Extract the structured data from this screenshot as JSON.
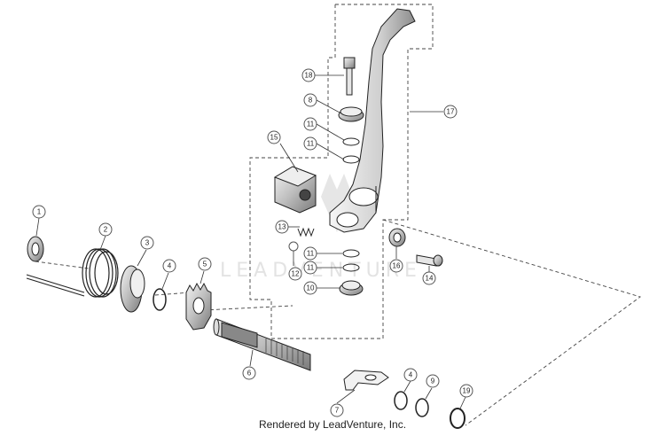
{
  "footer": {
    "text": "Rendered by LeadVenture, Inc."
  },
  "watermark": {
    "text": "LEADVENTURE"
  },
  "callouts": [
    {
      "id": "c1",
      "label": "1"
    },
    {
      "id": "c2",
      "label": "2"
    },
    {
      "id": "c3",
      "label": "3"
    },
    {
      "id": "c4a",
      "label": "4"
    },
    {
      "id": "c5",
      "label": "5"
    },
    {
      "id": "c6",
      "label": "6"
    },
    {
      "id": "c7",
      "label": "7"
    },
    {
      "id": "c4b",
      "label": "4"
    },
    {
      "id": "c9",
      "label": "9"
    },
    {
      "id": "c19",
      "label": "19"
    },
    {
      "id": "c18",
      "label": "18"
    },
    {
      "id": "c8",
      "label": "8"
    },
    {
      "id": "c11a",
      "label": "11"
    },
    {
      "id": "c11b",
      "label": "11"
    },
    {
      "id": "c15",
      "label": "15"
    },
    {
      "id": "c17",
      "label": "17"
    },
    {
      "id": "c13",
      "label": "13"
    },
    {
      "id": "c12",
      "label": "12"
    },
    {
      "id": "c11c",
      "label": "11"
    },
    {
      "id": "c11d",
      "label": "11"
    },
    {
      "id": "c10",
      "label": "10"
    },
    {
      "id": "c16",
      "label": "16"
    },
    {
      "id": "c14",
      "label": "14"
    }
  ]
}
